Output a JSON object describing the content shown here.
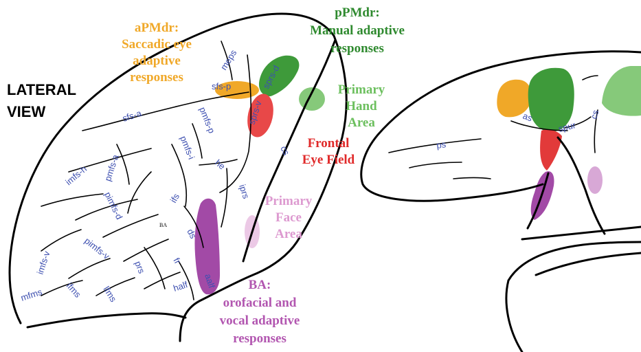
{
  "view_title": [
    "LATERAL",
    "VIEW"
  ],
  "colors": {
    "apmdr": "#f0a828",
    "ppmdr": "#3e9a3a",
    "hand": "#86c97a",
    "fef": "#e23a3a",
    "face": "#e5b6dc",
    "ba": "#a24aa6",
    "sulcus_text": "#3d4fb0"
  },
  "regions": {
    "apmdr": {
      "lines": [
        "aPMdr:",
        "Saccadic eye",
        "adaptive",
        "responses"
      ],
      "color": "#f0a828"
    },
    "ppmdr": {
      "lines": [
        "pPMdr:",
        "Manual adaptive",
        "responses"
      ],
      "color": "#2f8a2f"
    },
    "hand": {
      "lines": [
        "Primary",
        "Hand",
        "Area"
      ],
      "color": "#6cbf5e"
    },
    "fef": {
      "lines": [
        "Frontal",
        "Eye Field"
      ],
      "color": "#e02a2a"
    },
    "face": {
      "lines": [
        "Primary",
        "Face",
        "Area"
      ],
      "color": "#dd9ad0"
    },
    "ba": {
      "lines": [
        "BA:",
        "orofacial and",
        "vocal adaptive",
        "responses"
      ],
      "color": "#b256b0"
    }
  },
  "lateral_labels": {
    "meps": "meps",
    "sfs_p": "sfs-p",
    "sprs_d": "sprs-d",
    "sprs_v": "sprs-v",
    "sfs_a": "sfs-a",
    "pmfs_p": "pmfs-p",
    "pmfs_i": "pmfs-i",
    "pmfs_a": "pmfs-a",
    "imfs_h": "imfs-h",
    "he": "he",
    "cs": "cs",
    "iprs": "iprs",
    "ifs": "ifs",
    "ds": "ds",
    "pimfs_d": "pimfs-d",
    "ba_small": "BA",
    "pimfs_v": "pimfs-v",
    "imfs_v": "imfs-v",
    "fr": "fr",
    "prs": "prs",
    "half": "half",
    "aalf": "aalf",
    "mfms": "mfms",
    "ifms": "ifms",
    "lfms": "lfms"
  },
  "medial_labels": {
    "as": "as",
    "spur": "spur",
    "cs": "cs",
    "ps": "ps"
  }
}
